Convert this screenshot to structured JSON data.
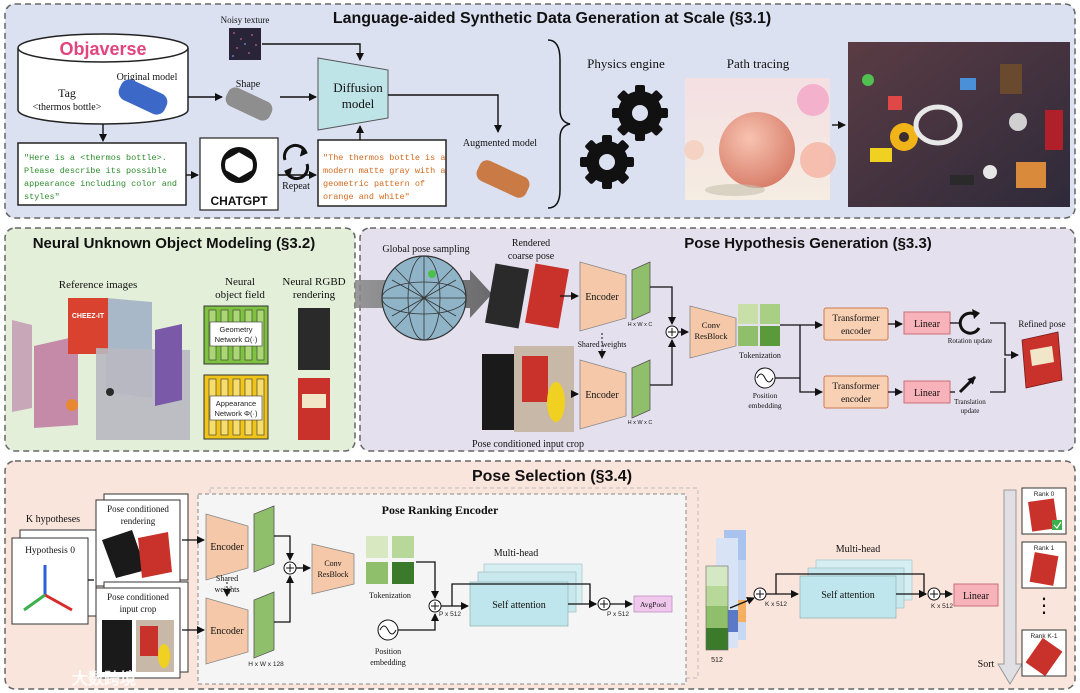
{
  "colors": {
    "section1_bg": "#dce1f2",
    "section2_bg": "#e3efd9",
    "section3_bg": "#e4e0ee",
    "section4_bg": "#fae5dc",
    "encoder_fill": "#f4c8a8",
    "feature_fill": "#8fbf6a",
    "diffusion_fill": "#bfe4e8",
    "prompt_green": "#2e8b2e",
    "prompt_orange": "#d2691e",
    "linear_fill": "#f7b2ba",
    "geometry_fill": "#7fc241",
    "appearance_fill": "#f0c419",
    "transformer_fill": "#f8d0b4",
    "attention_fill": "#bfe6ec"
  },
  "section1": {
    "title": "Language-aided Synthetic Data Generation at Scale (§3.1)",
    "objaverse_logo": "Objaverse",
    "tag_label": "Tag",
    "tag_value": "<thermos bottle>",
    "original_model": "Original model",
    "noisy_texture": "Noisy texture",
    "shape": "Shape",
    "diffusion_line1": "Diffusion",
    "diffusion_line2": "model",
    "augmented_model": "Augmented model",
    "prompt_lines": [
      "\"Here is a <thermos bottle>.",
      "Please describe its possible",
      "appearance including color and",
      "styles\""
    ],
    "chatgpt": "CHATGPT",
    "repeat": "Repeat",
    "response_lines": [
      "\"The thermos bottle is a",
      "modern matte gray with a",
      "geometric pattern of",
      "orange and white\""
    ],
    "physics_engine": "Physics engine",
    "path_tracing": "Path tracing"
  },
  "section2": {
    "title": "Neural Unknown Object Modeling (§3.2)",
    "reference_images": "Reference images",
    "neural_field_line1": "Neural",
    "neural_field_line2": "object field",
    "rgbd_line1": "Neural RGBD",
    "rgbd_line2": "rendering",
    "geometry_line1": "Geometry",
    "geometry_line2": "Network Ω(·)",
    "appearance_line1": "Appearance",
    "appearance_line2": "Network Φ(·)",
    "cereal_text": "CHEEZ-IT"
  },
  "section3": {
    "title": "Pose Hypothesis Generation (§3.3)",
    "global_pose": "Global pose sampling",
    "rendered_line1": "Rendered",
    "rendered_line2": "coarse pose",
    "encoder": "Encoder",
    "shared_weights": "Shared weights",
    "hwc": "H x W x C",
    "conv_line1": "Conv",
    "conv_line2": "ResBlock",
    "tokenization": "Tokenization",
    "position_line1": "Position",
    "position_line2": "embedding",
    "transformer_line1": "Transformer",
    "transformer_line2": "encoder",
    "linear": "Linear",
    "rotation_update": "Rotation update",
    "translation_line1": "Translation",
    "translation_line2": "update",
    "refined_pose": "Refined pose",
    "input_crop": "Pose conditioned input crop"
  },
  "section4": {
    "title": "Pose Selection (§3.4)",
    "k_hypotheses": "K hypotheses",
    "hypothesis0": "Hypothesis 0",
    "rendering_line1": "Pose conditioned",
    "rendering_line2": "rendering",
    "crop_line1": "Pose conditioned",
    "crop_line2": "input crop",
    "ranking_encoder": "Pose Ranking Encoder",
    "encoder": "Encoder",
    "shared_line1": "Shared",
    "shared_line2": "weights",
    "hw128": "H x W x 128",
    "conv_line1": "Conv",
    "conv_line2": "ResBlock",
    "tokenization": "Tokenization",
    "position_line1": "Position",
    "position_line2": "embedding",
    "p512": "P x 512",
    "multihead": "Multi-head",
    "self_attention": "Self attention",
    "avgpool": "AvgPool",
    "d512": "512",
    "k512": "K x 512",
    "linear": "Linear",
    "rank0": "Rank 0",
    "rank1": "Rank 1",
    "rank_k1": "Rank K-1",
    "dots": "⋮",
    "sort": "Sort",
    "watermark": "大数跨境"
  }
}
